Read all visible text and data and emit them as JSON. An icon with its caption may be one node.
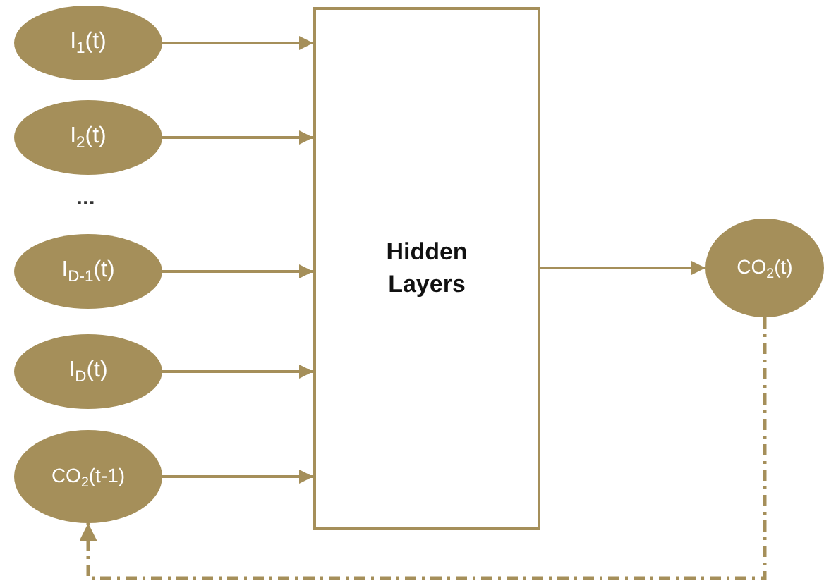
{
  "diagram": {
    "nodes": [
      {
        "text": [
          "I$_{1}$(t)"
        ]
      },
      {
        "text": [
          "I$_{2}$(t)"
        ]
      },
      {
        "text": [
          "I$_{D-1}$(t)"
        ]
      },
      {
        "text": [
          "I$_{D}$(t)"
        ]
      },
      {
        "text": [
          "CO$_{2}$(t-1)"
        ]
      },
      {
        "text": [
          "Hidden Layers"
        ]
      },
      {
        "text": [
          "CO$_{2}$(t)"
        ]
      }
    ],
    "edges": [
      {
        "from": 0,
        "to": 5,
        "arrow": "to"
      },
      {
        "from": 1,
        "to": 5,
        "arrow": "to"
      },
      {
        "from": 2,
        "to": 5,
        "arrow": "to"
      },
      {
        "from": 3,
        "to": 5,
        "arrow": "to"
      },
      {
        "from": 4,
        "to": 5,
        "arrow": "to"
      },
      {
        "from": 5,
        "to": 6,
        "arrow": "to"
      },
      {
        "from": 6,
        "to": 4,
        "arrow": "to",
        "style": "dashed"
      }
    ],
    "labels": [
      "..."
    ]
  }
}
